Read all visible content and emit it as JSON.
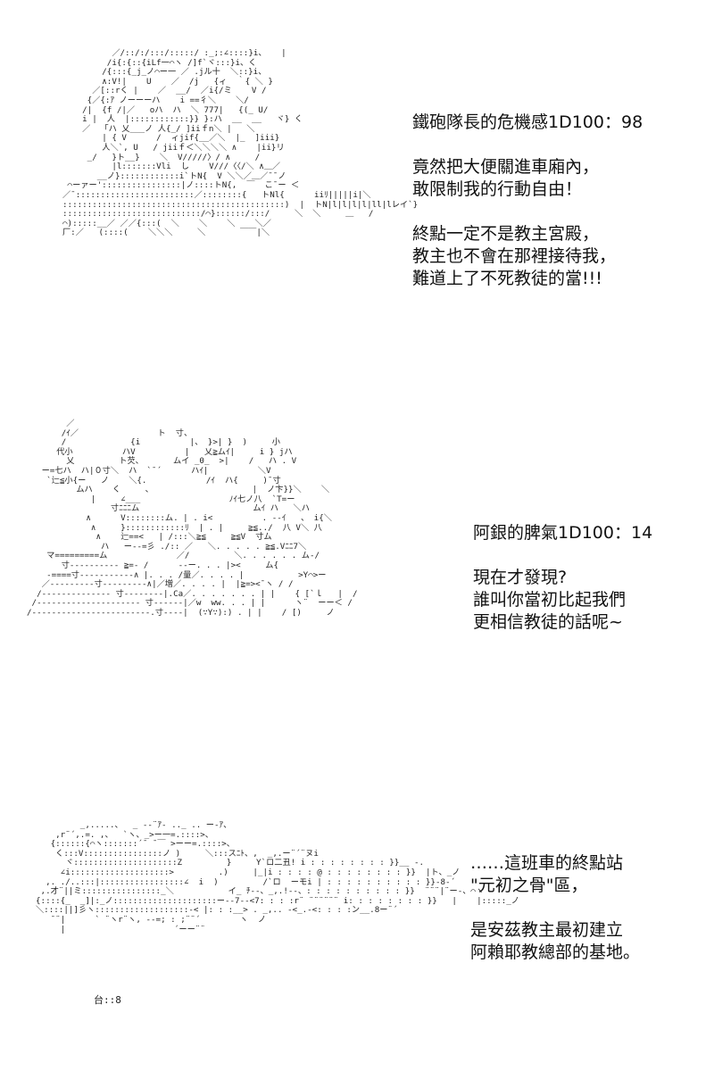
{
  "panels": [
    {
      "art": "          ／/::/:/:::/:::::/ :_;:∠::::}i、   |\n         /i{:{::{iLf一⌒ヽ /]f`ヾ:::}i、く\n        /{:::{_j_ノ⌒ー一 ／ .jル十  ＼::}i、\n        ∧:V!|    U    ／  /j   {ィ  ｀{ ＼ }\n      ／[::rく |    ／  __/  ／i{/ミ    V /\n     {／{:ｱ ノーーーハ    i ==彳＼    ＼/\n    /|  {f /|／   oハ  ハ  ＼ 777|   {(_ U/\n    i |  人  |::::::::::::}} }:ハ  __  __   ヾ} く\n    ／  「ハ 乂___ノ 人{_/ ]iiｆn＼ |   ＼\n        | { V      /  ィjif{__／＼  |_  ]iii}\n        人＼`, U   / jiiｆ＜＼＼＼＼ ∧    |ii}リ\n     _/   }ト__}    ＼  V/////〉/ ∧     /\n          |l:::::::Vli  し    V///〈〈/＼ ∧＿／\n       __ノ}::::::::::::i`トN{  V ＼＼／＿／¯¯ノ\n ⌒ーァー'::::::::::::::::|ノ::::トN{,  ￣  こ¯ー ＜\n／¯::::::::::::::::::::::::／::::::::{   トNl{      iiﾘ|||||i|＼\n:::::::::::::::::::::::::::::::::::::::::::::)  |  トN|l|l|l|l|ll|lレイ`}\n::::::::::::::::::::::::::::/⌒}::::::/:::/     ＼  ＼     ＿   /\n⌒):::::__／ ／／{:::(  ＼    ＼    ＼    ＼／\n厂:／   (::::(    ＼＼＼     ＼       ￣￣|＼",
      "caption": [
        "鐵砲隊長的危機感1D100：98",
        "",
        "竟然把大便關進車廂內，",
        "敢限制我的行動自由！",
        "",
        "終點一定不是教主宮殿，",
        "教主也不會在那裡接待我，",
        "難道上了不死教徒的當!!!"
      ]
    },
    {
      "art": "        ／\n       /ｲ／                ト  寸、\n       /             {i          |、 }>| }  )     小\n      代小          ハV          |   乂≧ムｲ|     i } jハ\n        乂         ト芡、      ムイ _0_  >|    /   ハ . V\n   ー=七ハ  ハ|０寸＼  ハ  `¯´      ハｲ|          ＼V\n    `辷≦小{ー   ノ    ＼{.            /ｲ  ハ{     )¯寸\n          ムハ    く     、                    |  ノ卞}}＼    ＼\n             |     ∠___                  ﾉｲ七ノ八  `T=ー\n                 寸ﾆﾆﾆム                       ムｲ ハ   ＼ハ\n            ∧      V::::::::ム. | . i<          . --ｲ   、 i{＼\n             ∧     }::::::::::::ﾘ  | . |     ≧≦../  八 V＼ 八\n              ∧    辷==<   | /:::＼≧≦     ≧≦V  寸ム\n               ハ   ー--=彡 ./:: ／   ＼. . . . . ≧≦.Vﾆﾆ7＼\n    マ=========ム              ／/         ＼. . . . . . ム-/\n       寸---------- ≧=- /      --ー. . . |><     ム{\n    -====寸-----------∧ |. . . /量／. . . . |           >Y⌒>ー\n   ／---------寸---------∧|／増／. . . . |  |≧=><¯ヽ / /\n  /-------------- 寸--------|.Ca／. . . . . . . | |    { [`ｌ   |  /\n /--------------------- 寸------|／w  ww. . . | |      ヽ¨  ーー＜ /\n/------------------------.寸----|  (∵Y∵):) . | |    / [)     ノ",
      "caption": [
        "阿銀的脾氣1D100：14",
        "",
        "現在才發現?",
        "誰叫你當初比起我們",
        "更相信教徒的話呢~"
      ]
    },
    {
      "art": "         _,.....、  _ -‐¨ｱ- .._ .. ー-ｱ、\n    ,r¨´,.=. ,、  `ヽ、_>ー一=.::::>、\n   {::::::{⌒ヽ:::::::´¯ ¯￣ >ーー=.::::>、\n    く:::V::::::::::::::::ノ )     ＼:::スﾆﾄ、,  _,.ー¨´¨ヌi\n      ヾ:::::::::::::::::::::Z         }     Y`ロ二丑! i : : : : : : : : }}__ -.\n     ∠i::::::::::::::::::::>         .)     |_|i : : : : @ : : : : : : : : }}  |ト、_ノ\n  ,. ./..:::|:::::::::::::::::∠  i  )         /`ロ  ーモi | : : : : : : : : : : }}-8-´\n ,.才¨||ミ::::::::::::::::_＼           イ_ ﾁ--、_,.!--、: : : : : : : : : : }}  ¨¨¨|¨ー-、⌒ヽ\n{::::{_  _]|:_ノ:::::::::::::::::::::ー--7--<7: : : :r¨ ¨¨¨¨¨¨ i: : : : : : : : }}   |    |:::::_ノ\n＼::::||]彡ヽ:::::::::::::::::::-< |: : :__> . _,.. -<_.-<: : : :ン__.8ー¨´\n   ¯¨|      ` ¨ヽr¨ヽ, --=; : ;¨¨´        ヽ  ノ\n     |                      ´ーー¨¨",
      "caption": [
        "……這班車的終點站",
        "\"元初之骨\"區，",
        "",
        "是安茲教主最初建立",
        "阿賴耶教總部的基地。"
      ],
      "signature": "台::8"
    }
  ]
}
